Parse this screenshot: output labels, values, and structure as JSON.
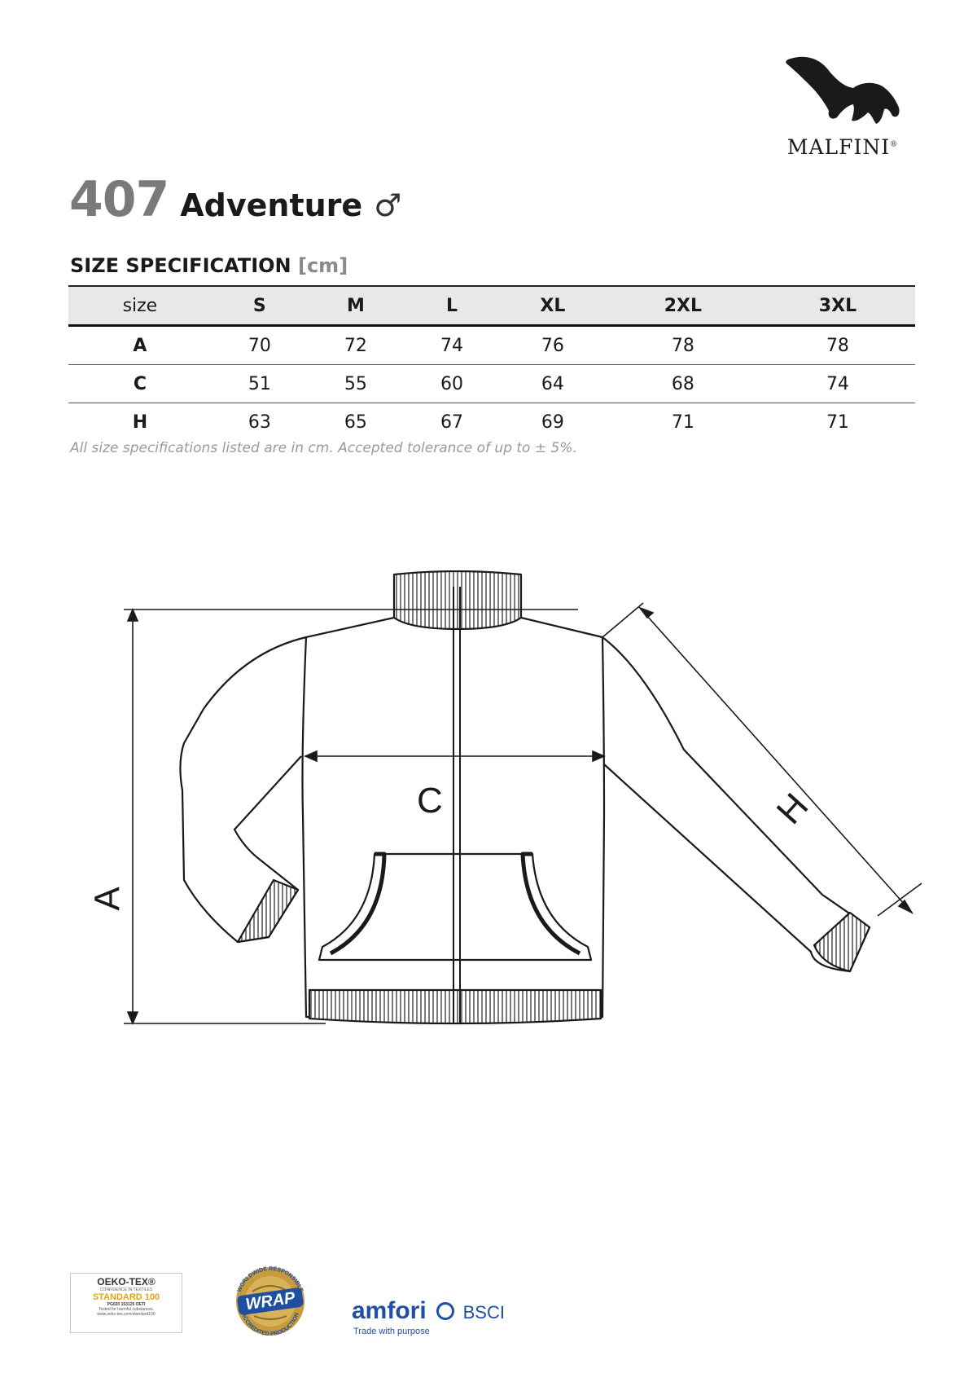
{
  "brand": {
    "name": "MALFINI",
    "registered": "®"
  },
  "product": {
    "code": "407",
    "name": "Adventure",
    "gender_symbol": "♂"
  },
  "spec": {
    "heading": "SIZE SPECIFICATION",
    "unit": "[cm]",
    "columns": [
      "size",
      "S",
      "M",
      "L",
      "XL",
      "2XL",
      "3XL"
    ],
    "rows": [
      {
        "label": "A",
        "values": [
          "70",
          "72",
          "74",
          "76",
          "78",
          "78"
        ]
      },
      {
        "label": "C",
        "values": [
          "51",
          "55",
          "60",
          "64",
          "68",
          "74"
        ]
      },
      {
        "label": "H",
        "values": [
          "63",
          "65",
          "67",
          "69",
          "71",
          "71"
        ]
      }
    ],
    "note": "All size specifications listed are in cm. Accepted tolerance of up to ± 5%."
  },
  "diagram": {
    "label_a": "A",
    "label_c": "C",
    "label_h": "H"
  },
  "certifications": {
    "oeko": {
      "line1": "OEKO-TEX®",
      "line2": "CONFIDENCE IN TEXTILES",
      "line3": "STANDARD 100",
      "line4": "PG020 153125 OETI",
      "line5": "Tested for harmful substances.",
      "line6": "www.oeko-tex.com/standard100"
    },
    "wrap": {
      "word": "WRAP",
      "ring_top": "WORLDWIDE RESPONSIBLE",
      "ring_bottom": "ACCREDITED PRODUCTION"
    },
    "amfori": {
      "word": "amfori",
      "suffix": "BSCI",
      "tagline": "Trade with purpose"
    }
  },
  "colors": {
    "title_gray": "#7a7a7a",
    "table_header_bg": "#e8e8e8",
    "amfori_blue": "#1e4fa0",
    "oeko_gold": "#e0a020"
  }
}
